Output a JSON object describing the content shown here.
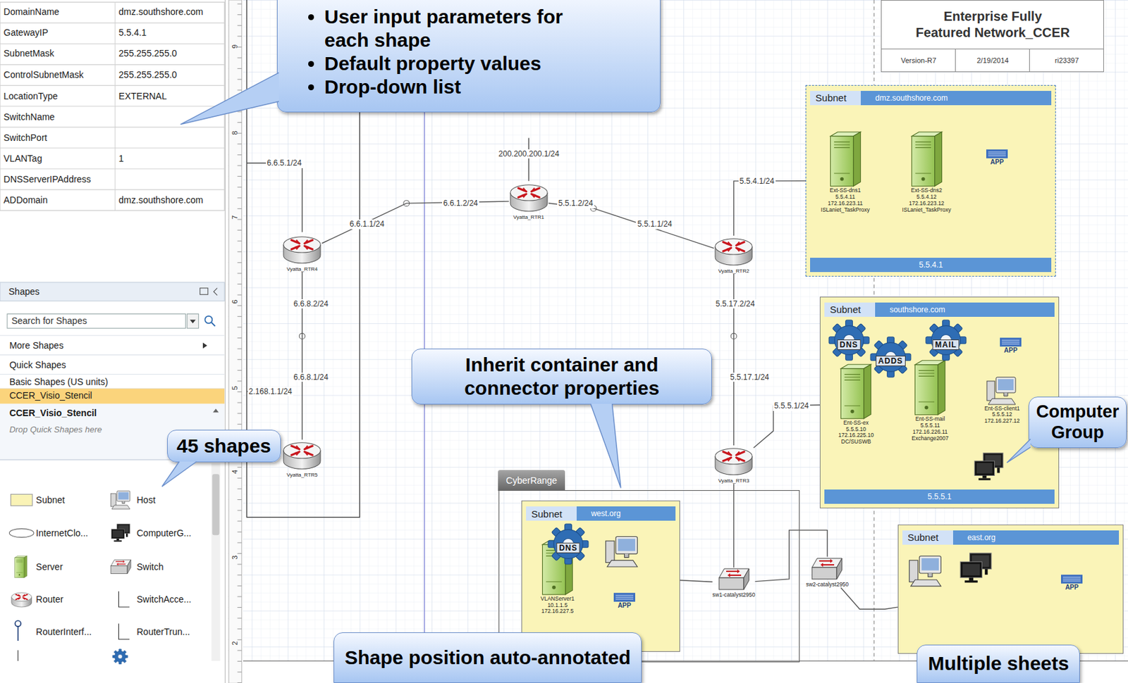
{
  "diagram": {
    "nodes": [
      {
        "text": [
          "Enterprise Fully Featured Network_CCER",
          "Version-R7",
          "2/19/2014",
          "ri23397"
        ]
      },
      {
        "text": [
          "User input parameters for each shape",
          "Default property values",
          "Drop-down list"
        ]
      },
      {
        "text": [
          "Vyatta_RTR1"
        ]
      },
      {
        "text": [
          "Vyatta_RTR4"
        ]
      },
      {
        "text": [
          "Vyatta_RTR2"
        ]
      },
      {
        "text": [
          "Subnet",
          "dmz.southshore.com",
          "5.5.4.1"
        ]
      },
      {
        "text": [
          "Ext-SS-dns1",
          "5.5.4.11",
          "172.16.223.11",
          "ISLaniet_TaskProxy"
        ],
        "in": 5
      },
      {
        "text": [
          "Ext-SS-dns2",
          "5.5.4.12",
          "172.16.223.12",
          "ISLaniet_TaskProxy"
        ],
        "in": 5
      },
      {
        "text": [
          "APP"
        ],
        "in": 5
      },
      {
        "text": [
          "Subnet",
          "southshore.com",
          "5.5.5.1"
        ]
      },
      {
        "text": [
          "Ent-SS-ex",
          "5.5.5.10",
          "172.16.225.10",
          "DC/SUSWB"
        ],
        "in": 9
      },
      {
        "text": [
          "Ent-SS-mail",
          "5.5.5.11",
          "172.16.226.11",
          "Exchange2007"
        ],
        "in": 9
      },
      {
        "text": [
          "DNS"
        ],
        "in": 9
      },
      {
        "text": [
          "ADDS"
        ],
        "in": 9
      },
      {
        "text": [
          "MAIL"
        ],
        "in": 9
      },
      {
        "text": [
          "APP"
        ],
        "in": 9
      },
      {
        "text": [
          "Ent-SS-client1",
          "5.5.5.12",
          "172.16.227.12"
        ],
        "in": 9
      },
      {
        "text": [
          "Inherit container and connector properties"
        ]
      },
      {
        "text": [
          "Vyatta_RTR3"
        ]
      },
      {
        "text": [
          "Vyatta_RTR5"
        ]
      },
      {
        "text": [
          "45 shapes"
        ]
      },
      {
        "text": [
          "Computer Group"
        ]
      },
      {
        "text": [
          "CyberRange"
        ]
      },
      {
        "text": [
          "Subnet",
          "west.org"
        ],
        "in": 22
      },
      {
        "text": [
          "VLANServer1",
          "10.1.1.5",
          "172.16.227.5"
        ],
        "in": 23
      },
      {
        "text": [
          "DNS"
        ],
        "in": 23
      },
      {
        "text": [
          "APP"
        ],
        "in": 23
      },
      {
        "text": [
          "sw1-catalyst2950"
        ],
        "in": 22
      },
      {
        "text": [
          "sw2-catalyst2950"
        ]
      },
      {
        "text": [
          "Subnet",
          "east.org"
        ]
      },
      {
        "text": [
          "APP"
        ],
        "in": 29
      },
      {
        "text": [
          "Shape position auto-annotated"
        ]
      },
      {
        "text": [
          "Multiple sheets"
        ]
      }
    ],
    "edges": [
      {
        "from": 2,
        "to": 3,
        "arrow": "none"
      },
      {
        "from": 2,
        "to": 4,
        "arrow": "none"
      },
      {
        "from": 4,
        "to": 5,
        "arrow": "none"
      },
      {
        "from": 4,
        "to": 18,
        "arrow": "none"
      },
      {
        "from": 18,
        "to": 9,
        "arrow": "none"
      },
      {
        "from": 3,
        "to": 19,
        "arrow": "none"
      },
      {
        "from": 18,
        "to": 27,
        "arrow": "none"
      },
      {
        "from": 27,
        "to": 28,
        "arrow": "none"
      },
      {
        "from": 28,
        "to": 29,
        "arrow": "none"
      },
      {
        "from": 27,
        "to": 23,
        "arrow": "none"
      }
    ],
    "labels": [
      "DomainName",
      "dmz.southshore.com",
      "GatewayIP",
      "5.5.4.1",
      "SubnetMask",
      "255.255.255.0",
      "ControlSubnetMask",
      "255.255.255.0",
      "LocationType",
      "EXTERNAL",
      "SwitchName",
      "SwitchPort",
      "VLANTag",
      "1",
      "DNSServerIPAddress",
      "ADDomain",
      "dmz.southshore.com",
      "Shapes",
      "Search for Shapes",
      "More Shapes",
      "Quick Shapes",
      "Basic Shapes (US units)",
      "CCER_Visio_Stencil",
      "CCER_Visio_Stencil",
      "Drop Quick Shapes here",
      "Subnet",
      "Host",
      "InternetClo...",
      "ComputerG...",
      "Server",
      "Switch",
      "Router",
      "SwitchAcce...",
      "RouterInterf...",
      "RouterTrun...",
      "200.200.200.1/24",
      "6.6.5.1/24",
      "6.6.1.2/24",
      "5.5.1.2/24",
      "6.6.1.1/24",
      "5.5.1.1/24",
      "5.5.4.1/24",
      "6.6.8.2/24",
      "5.5.17.2/24",
      "6.6.8.1/24",
      "5.5.17.1/24",
      "5.5.5.1/24",
      "2.168.1.1/24",
      "9",
      "8",
      "7",
      "6",
      "5",
      "4",
      "3",
      "2"
    ]
  }
}
